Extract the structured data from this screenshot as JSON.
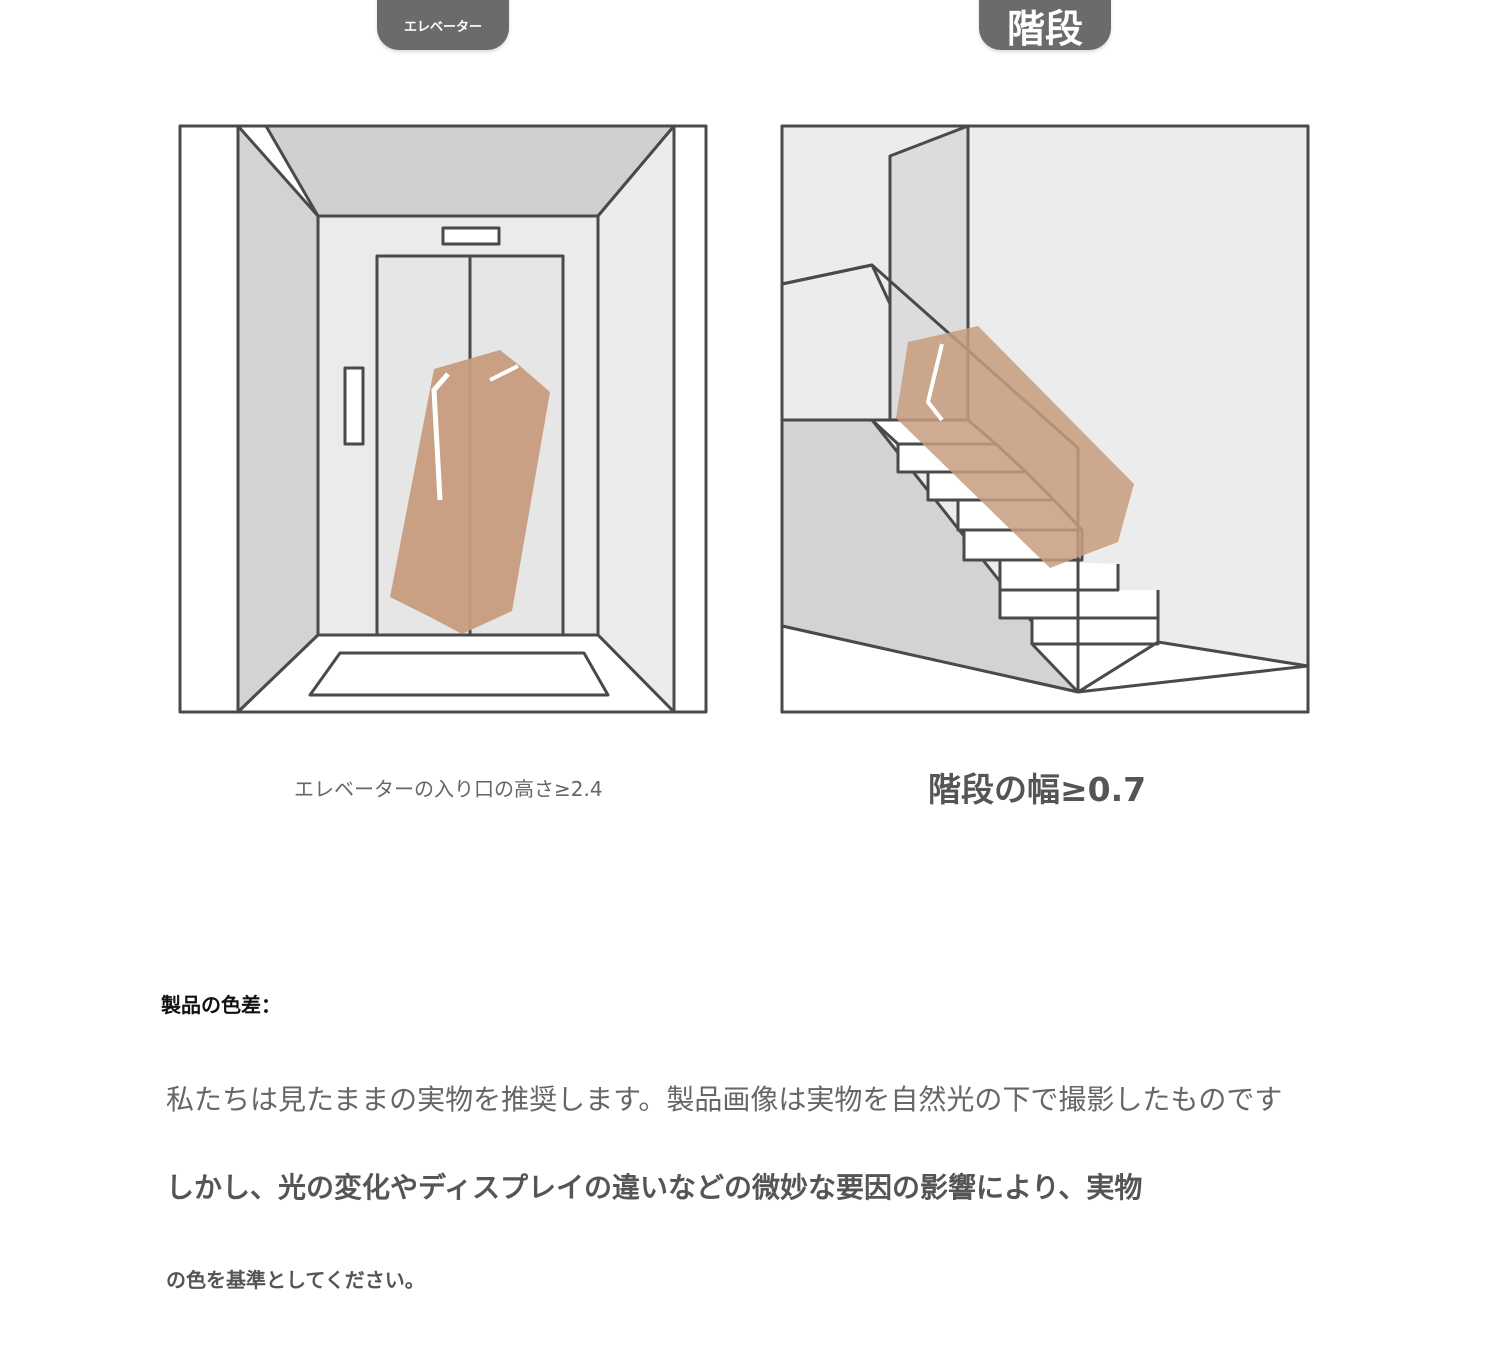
{
  "elevator": {
    "pill_label": "エレベーター",
    "caption": "エレベーターの入り口の高さ≥2.4"
  },
  "stairs": {
    "pill_label": "階段",
    "caption": "階段の幅≥0.7"
  },
  "color_note": {
    "heading": "製品の色差：",
    "line1": "私たちは見たままの実物を推奨します。製品画像は実物を自然光の下で撮影したものです",
    "line2": "しかし、光の変化やディスプレイの違いなどの微妙な要因の影響により、実物",
    "line3": "の色を基準としてください。"
  },
  "colors": {
    "pill_bg": "#6b6b6b",
    "box": "#c79c7e",
    "line": "#4a4a4a",
    "wall_dark": "#d3d3d3",
    "wall_light": "#ececec"
  },
  "icons": [
    "elevator-illustration",
    "stairs-illustration",
    "box-icon"
  ]
}
